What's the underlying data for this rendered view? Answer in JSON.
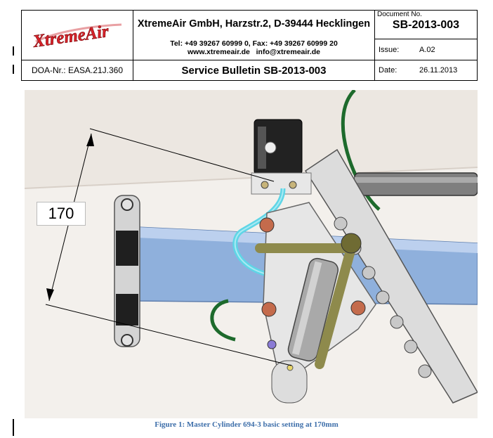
{
  "header": {
    "logo_text": "XtremeAir",
    "company_name": "XtremeAir GmbH, Harzstr.2, D-39444 Hecklingen",
    "contact_line1": "Tel: +49 39267 60999 0, Fax: +49 39267 60999 20",
    "contact_line2": "www.xtremeair.de   info@xtremeair.de",
    "document_no_label": "Document No.",
    "document_no": "SB-2013-003",
    "issue_label": "Issue:",
    "issue_value": "A.02",
    "doa": "DOA-Nr.: EASA.21J.360",
    "bulletin_title": "Service Bulletin SB-2013-003",
    "date_label": "Date:",
    "date_value": "26.11.2013"
  },
  "figure": {
    "dimension_label": "170",
    "caption": "Figure 1: Master Cylinder 694-3 basic setting at 170mm"
  },
  "colors": {
    "logo_red": "#d8232a",
    "caption_blue": "#3e6faa",
    "tube_blue": "#8fb0dc",
    "pedal_grey": "#dcdcdc",
    "rod_olive": "#8e8a4c",
    "hydraulic_line_cyan": "#5fd5e6",
    "hose_green": "#1d6a2c"
  }
}
